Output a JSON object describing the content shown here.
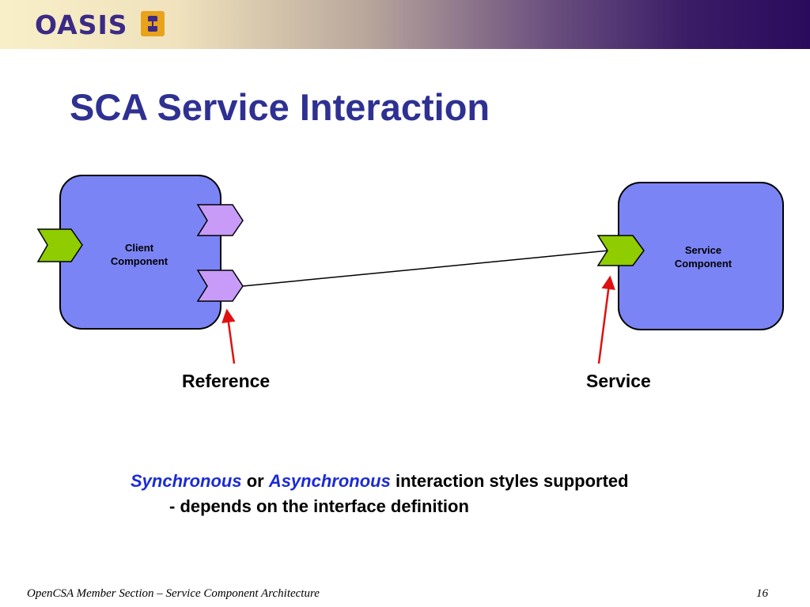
{
  "header": {
    "logo_text": "OASIS",
    "logo_icon": "oasis-logo-mark",
    "banner_colors": [
      "#f8efc8",
      "#2a0a5c"
    ]
  },
  "slide": {
    "title": "SCA Service Interaction"
  },
  "diagram": {
    "client_component": {
      "line1": "Client",
      "line2": "Component"
    },
    "service_component": {
      "line1": "Service",
      "line2": "Component"
    },
    "reference_label": "Reference",
    "service_label": "Service",
    "colors": {
      "component_fill": "#7b84f5",
      "reference_fill": "#c79bf7",
      "service_fill": "#8fcc00",
      "arrow": "#e01010"
    }
  },
  "description": {
    "synchronous": "Synchronous",
    "or": " or ",
    "asynchronous": "Asynchronous",
    "rest": " interaction styles supported",
    "line2": "- depends on the interface definition"
  },
  "footer": {
    "text": "OpenCSA Member Section – Service Component Architecture",
    "page": "16"
  }
}
